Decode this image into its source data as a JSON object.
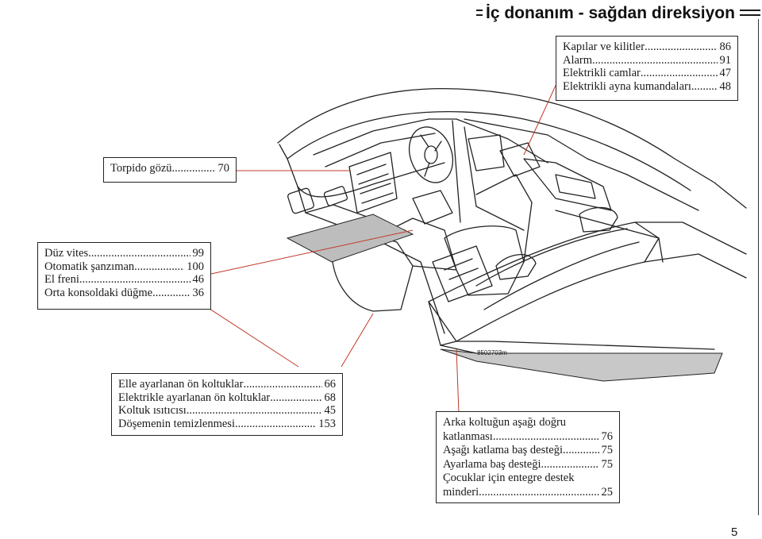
{
  "header": {
    "title": "İç donanım - sağdan direksiyon"
  },
  "figure": {
    "code": "8502703m"
  },
  "boxes": {
    "doors": [
      {
        "label": "Kapılar ve kilitler",
        "page": "86"
      },
      {
        "label": "Alarm",
        "page": "91"
      },
      {
        "label": "Elektrikli camlar",
        "page": "47"
      },
      {
        "label": "Elektrikli ayna kumandaları",
        "page": "48"
      }
    ],
    "glovebox": [
      {
        "label": "Torpido gözü",
        "page": "70"
      }
    ],
    "transmission": [
      {
        "label": "Düz vites",
        "page": "99"
      },
      {
        "label": "Otomatik şanzıman",
        "page": "100"
      },
      {
        "label": "El freni",
        "page": "46"
      },
      {
        "label": "Orta konsoldaki düğme",
        "page": "36"
      }
    ],
    "front_seats": [
      {
        "label": "Elle ayarlanan ön koltuklar",
        "page": "66"
      },
      {
        "label": "Elektrikle ayarlanan ön koltuklar",
        "page": "68"
      },
      {
        "label": "Koltuk ısıtıcısı",
        "page": "45"
      },
      {
        "label": "Döşemenin temizlenmesi",
        "page": "153"
      }
    ],
    "rear_seat": {
      "line1": "Arka koltuğun aşağı doğru",
      "rows": [
        {
          "label": "katlanması",
          "page": "76"
        },
        {
          "label": "Aşağı katlama baş desteği",
          "page": "75"
        },
        {
          "label": "Ayarlama baş desteği",
          "page": "75"
        },
        {
          "label": "Çocuklar için entegre destek",
          "page": ""
        },
        {
          "label": "minderi",
          "page": "25"
        }
      ]
    }
  },
  "page_number": "5"
}
